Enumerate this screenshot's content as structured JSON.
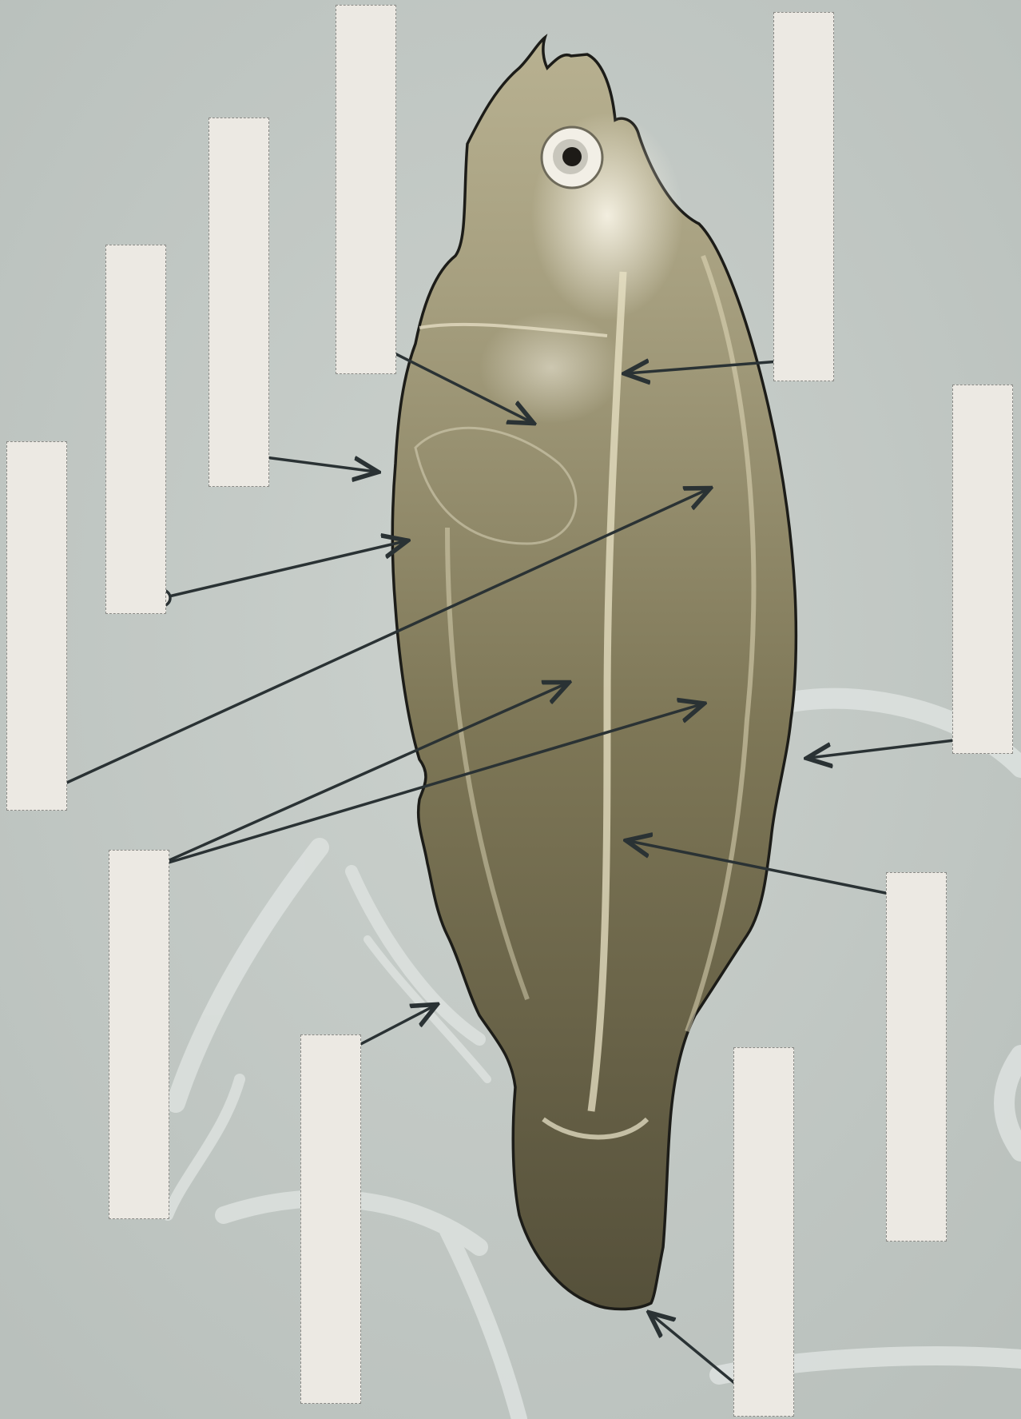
{
  "diagram": {
    "subject": "flatfish-larva-transparent-specimen",
    "colors": {
      "background": "#c3c9c5",
      "label_fill": "#ece9e3",
      "label_border": "#8a8a86",
      "arrow": "#2a3234",
      "fish_outline": "#1c1c18"
    },
    "labels": [
      {
        "id": 1,
        "text": ""
      },
      {
        "id": 2,
        "text": ""
      },
      {
        "id": 3,
        "text": ""
      },
      {
        "id": 4,
        "text": ""
      },
      {
        "id": 5,
        "text": ""
      },
      {
        "id": 6,
        "text": ""
      },
      {
        "id": 7,
        "text": ""
      },
      {
        "id": 8,
        "text": ""
      },
      {
        "id": 9,
        "text": ""
      },
      {
        "id": 10,
        "text": ""
      },
      {
        "id": 11,
        "text": ""
      },
      {
        "id": 12,
        "text": ""
      }
    ]
  }
}
